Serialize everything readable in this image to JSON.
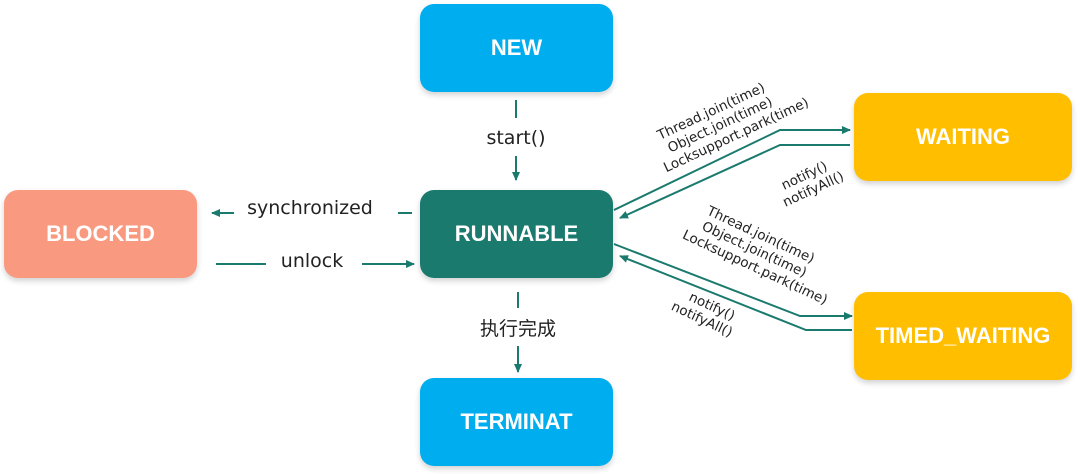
{
  "states": {
    "new": "NEW",
    "runnable": "RUNNABLE",
    "blocked": "BLOCKED",
    "waiting": "WAITING",
    "timed_waiting": "TIMED_WAITING",
    "terminated": "TERMINAT"
  },
  "transitions": {
    "start": "start()",
    "synchronized": "synchronized",
    "unlock": "unlock",
    "done": "执行完成",
    "to_waiting": [
      "Thread.join(time)",
      "Object.join(time)",
      "Locksupport.park(time)"
    ],
    "from_waiting": [
      "notify()",
      "notifyAll()"
    ],
    "to_timed_waiting": [
      "Thread.join(time)",
      "Object.join(time)",
      "Locksupport.park(time)"
    ],
    "from_timed_waiting": [
      "notify()",
      "notifyAll()"
    ]
  },
  "colors": {
    "new": "#00AEEF",
    "terminated": "#00AEEF",
    "runnable": "#1B7A6E",
    "blocked": "#F99A80",
    "waiting": "#FFBF00",
    "timed_waiting": "#FFBF00",
    "arrow": "#1B7A6E"
  }
}
